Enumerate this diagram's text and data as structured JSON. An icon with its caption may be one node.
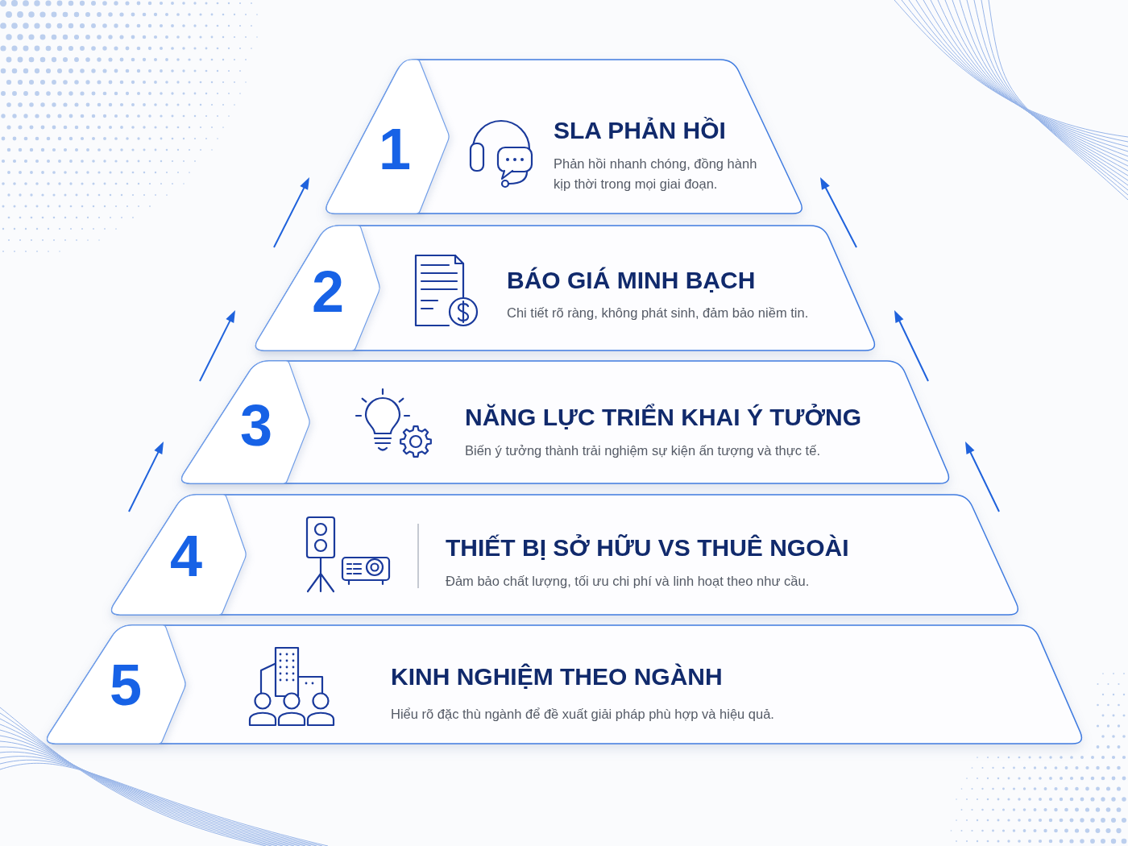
{
  "diagram": {
    "nodes": [
      {
        "text": [
          "SLA PHẢN HỒI",
          "Phản hồi nhanh chóng, đồng hành kịp thời trong mọi giai đoạn."
        ]
      },
      {
        "text": [
          "1"
        ],
        "in": 0
      },
      {
        "text": [
          "BÁO GIÁ MINH BẠCH",
          "Chi tiết rõ ràng, không phát sinh, đảm bảo niềm tin."
        ]
      },
      {
        "text": [
          "2"
        ],
        "in": 2
      },
      {
        "text": [
          "NĂNG LỰC TRIỂN KHAI Ý TƯỞNG",
          "Biến ý tưởng thành trải nghiệm sự kiện ấn tượng và thực tế."
        ]
      },
      {
        "text": [
          "3"
        ],
        "in": 4
      },
      {
        "text": [
          "THIẾT BỊ SỞ HỮU VS THUÊ NGOÀI",
          "Đảm bảo chất lượng, tối ưu chi phí và linh hoạt theo như cầu."
        ]
      },
      {
        "text": [
          "4"
        ],
        "in": 6
      },
      {
        "text": [
          "KINH NGHIỆM THEO NGÀNH",
          "Hiểu rõ đặc thù ngành để đề xuất giải pháp phù hợp và hiệu quả."
        ]
      },
      {
        "text": [
          "5"
        ],
        "in": 8
      }
    ]
  }
}
